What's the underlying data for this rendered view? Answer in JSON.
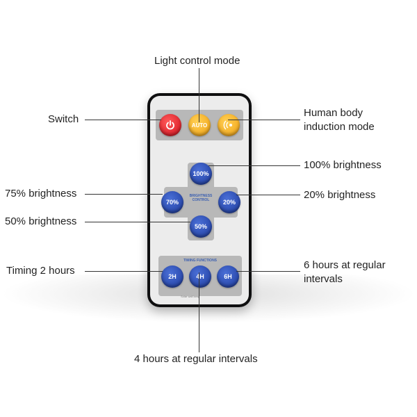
{
  "annotations": {
    "light_control_mode": "Light control mode",
    "switch": "Switch",
    "human_body_line1": "Human body",
    "human_body_line2": "induction mode",
    "brightness_100": "100% brightness",
    "brightness_75": "75% brightness",
    "brightness_20": "20% brightness",
    "brightness_50": "50% brightness",
    "timing_2": "Timing 2 hours",
    "six_hours_line1": "6 hours at regular",
    "six_hours_line2": "intervals",
    "four_hours": "4 hours at regular intervals"
  },
  "remote": {
    "auto_label": "AUTO",
    "brightness_control_line1": "BRIGHTNESS",
    "brightness_control_line2": "CONTROL",
    "timing_functions": "TIMING FUNCTIONS",
    "btn_100": "100%",
    "btn_70": "70%",
    "btn_20": "20%",
    "btn_50": "50%",
    "btn_2h": "2H",
    "btn_4h": "4H",
    "btn_6h": "6H",
    "brand_text": "Solar wall lamp"
  },
  "colors": {
    "power": "#d10e1a",
    "amber": "#f0a010",
    "blue": "#1d3a9c"
  }
}
